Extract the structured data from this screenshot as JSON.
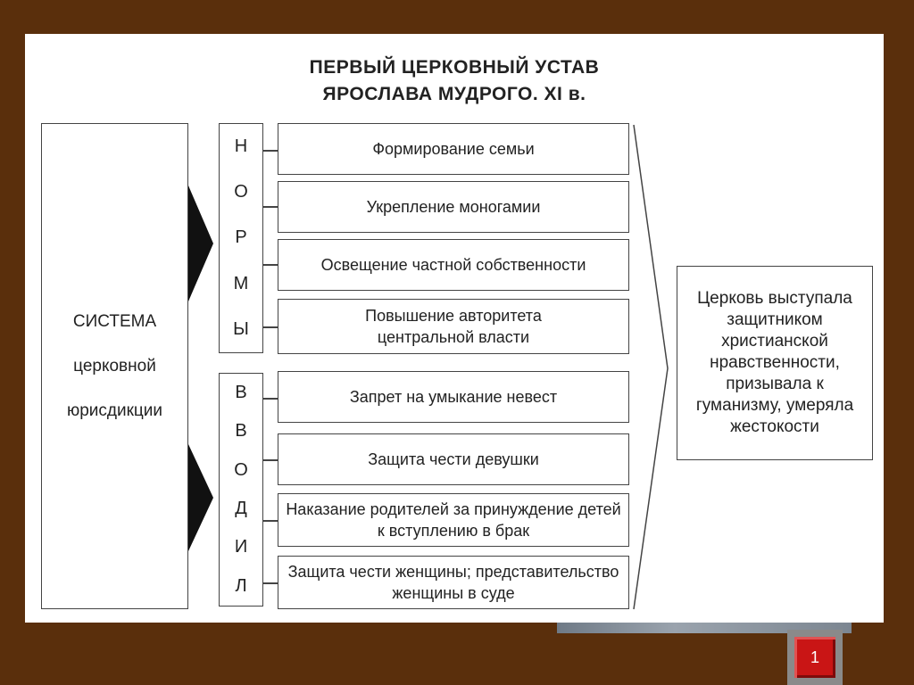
{
  "title": {
    "line1": "ПЕРВЫЙ ЦЕРКОВНЫЙ УСТАВ",
    "line2": "ЯРОСЛАВА МУДРОГО. XI в."
  },
  "system": {
    "line1": "СИСТЕМА",
    "line2": "церковной",
    "line3": "юрисдикции"
  },
  "norms_letters": [
    "Н",
    "О",
    "Р",
    "М",
    "Ы"
  ],
  "introduced_letters": [
    "В",
    "В",
    "О",
    "Д",
    "И",
    "Л"
  ],
  "norms": [
    "Формирование семьи",
    "Укрепление моногамии",
    "Освещение частной собственности",
    "Повышение авторитета центральной власти"
  ],
  "introduced": [
    "Запрет на умыкание невест",
    "Защита чести девушки",
    "Наказание родителей за принуждение детей к вступлению в брак",
    "Защита чести женщины; представительство женщины в суде"
  ],
  "conclusion": "Церковь выступала защитником христианской нравственности, призывала к гуманизму, умеряла жестокости",
  "nav": {
    "slide_number": "1"
  },
  "colors": {
    "background": "#5a2f0c",
    "button": "#c91515"
  }
}
